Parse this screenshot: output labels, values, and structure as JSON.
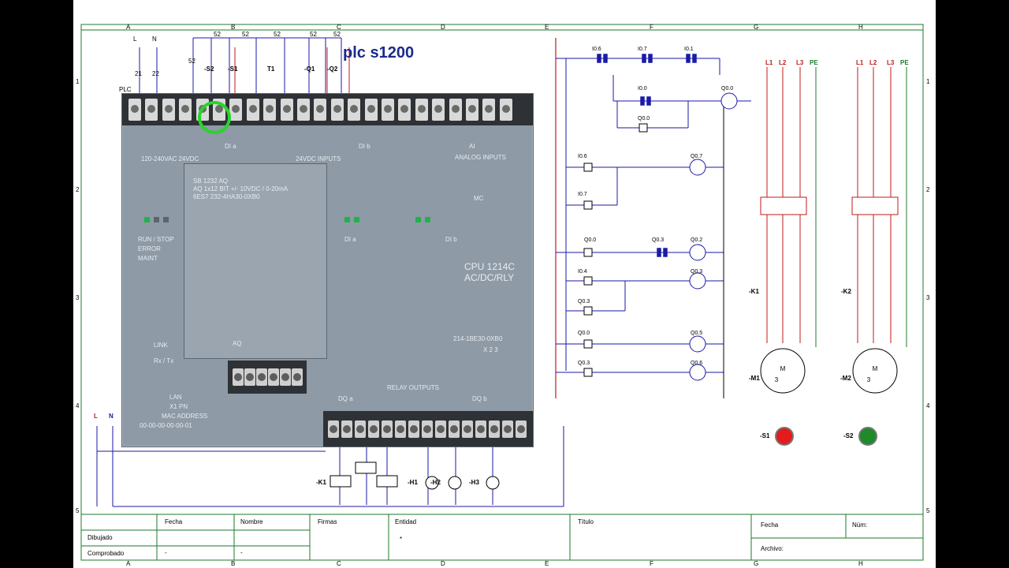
{
  "title": "plc s1200",
  "columns": [
    "A",
    "B",
    "C",
    "D",
    "E",
    "F",
    "G",
    "H"
  ],
  "rows": [
    "1",
    "2",
    "3",
    "4",
    "5"
  ],
  "plc": {
    "label": "PLC",
    "power": "120-240VAC  24VDC",
    "di_label": "DI a",
    "inputs_label": "24VDC INPUTS",
    "dib_label": "DI b",
    "analog_label": "ANALOG INPUTS",
    "ai_label": "AI",
    "sb_line1": "SB 1232 AQ",
    "sb_line2": "AQ 1x12 BIT +/- 10VDC / 0-20mA",
    "sb_line3": "6ES7 232-4HA30-0XB0",
    "cpu_model": "CPU 1214C",
    "cpu_type": "AC/DC/RLY",
    "mc": "MC",
    "run_stop": "RUN / STOP",
    "error": "ERROR",
    "maint": "MAINT",
    "link": "LINK",
    "rxtx": "Rx / Tx",
    "lan": "LAN",
    "x1pn": "X1  PN",
    "mac_label": "MAC ADDRESS",
    "mac": "00-00-00-00-00-01",
    "order": "214-1BE30-0XB0",
    "x23": "X 2 3",
    "relay_outputs": "RELAY OUTPUTS",
    "dqa": "DQ a",
    "dqb": "DQ b",
    "aq": "AQ",
    "dia2": "DI a",
    "dib2": "DI b"
  },
  "ladder": {
    "contacts": [
      "I0.6",
      "I0.7",
      "I0.1",
      "I0.0",
      "Q0.0",
      "I0.6",
      "I0.7",
      "Q0.0",
      "Q0.3",
      "I0.4",
      "Q0.3",
      "Q0.0",
      "Q0.3"
    ],
    "coils": [
      "Q0.0",
      "Q0.7",
      "Q0.2",
      "Q0.3",
      "Q0.5",
      "Q0.6"
    ]
  },
  "devices": {
    "s1": "-S1",
    "s2": "-S2",
    "q1": "-Q1",
    "q2": "-Q2",
    "t1": "T1",
    "k1": "-K1",
    "k2": "-K2",
    "m1": "-M1",
    "m2": "-M2",
    "h1": "-H1",
    "h2": "-H2",
    "h3": "-H3",
    "motor": "M",
    "motor_phase": "3",
    "power_l": "L",
    "power_n": "N"
  },
  "title_block": {
    "fecha": "Fecha",
    "nombre": "Nombre",
    "firmas": "Firmas",
    "entidad": "Entidad",
    "titulo": "Título",
    "fecha2": "Fecha",
    "num": "Núm:",
    "dibujado": "Dibujado",
    "comprobado": "Comprobado",
    "archivo": "Archivo:",
    "star": "*",
    "dash1": "-",
    "dash2": "-"
  },
  "colors": {
    "wire": "#1a1aa8",
    "red_wire": "#c21a1a",
    "stop_button": "#e31b1b",
    "start_button": "#1e8a2a",
    "highlight": "#2bd32b"
  }
}
